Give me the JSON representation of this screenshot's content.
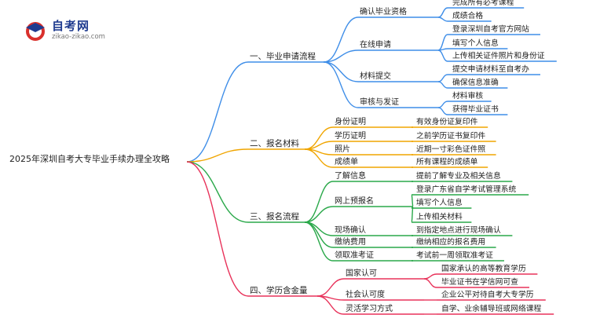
{
  "logo": {
    "brand": "自考网",
    "url": "zikao-zikao.com",
    "colors": {
      "cap_dark": "#1f3b8f",
      "cap_red": "#d9302c"
    }
  },
  "root": "2025年深圳自考大专毕业手续办理全攻略",
  "colors": {
    "blue": "#3f8ee8",
    "orange": "#f0a500",
    "green": "#2aa84a",
    "red": "#e8325a"
  },
  "branches": [
    {
      "label": "一、毕业申请流程",
      "color": "blue",
      "children": [
        {
          "label": "确认毕业资格",
          "children": [
            "完成所有必考课程",
            "成绩合格"
          ]
        },
        {
          "label": "在线申请",
          "children": [
            "登录深圳自考官方网站",
            "填写个人信息",
            "上传相关证件照片和身份证"
          ]
        },
        {
          "label": "材料提交",
          "children": [
            "提交申请材料至自考办",
            "确保信息准确"
          ]
        },
        {
          "label": "审核与发证",
          "children": [
            "材料审核",
            "获得毕业证书"
          ]
        }
      ]
    },
    {
      "label": "二、报名材料",
      "color": "orange",
      "children": [
        {
          "label": "身份证明",
          "children": [
            "有效身份证复印件"
          ]
        },
        {
          "label": "学历证明",
          "children": [
            "之前学历证书复印件"
          ]
        },
        {
          "label": "照片",
          "children": [
            "近期一寸彩色证件照"
          ]
        },
        {
          "label": "成绩单",
          "children": [
            "所有课程的成绩单"
          ]
        }
      ]
    },
    {
      "label": "三、报名流程",
      "color": "green",
      "children": [
        {
          "label": "了解信息",
          "children": [
            "提前了解专业及相关信息"
          ]
        },
        {
          "label": "网上预报名",
          "children": [
            "登录广东省自学考试管理系统",
            "填写个人信息",
            "上传相关材料"
          ]
        },
        {
          "label": "现场确认",
          "children": [
            "到指定地点进行现场确认"
          ]
        },
        {
          "label": "缴纳费用",
          "children": [
            "缴纳相应的报名费用"
          ]
        },
        {
          "label": "领取准考证",
          "children": [
            "考试前一周领取准考证"
          ]
        }
      ]
    },
    {
      "label": "四、学历含金量",
      "color": "red",
      "children": [
        {
          "label": "国家认可",
          "children": [
            "国家承认的高等教育学历",
            "毕业证书在学信网可查"
          ]
        },
        {
          "label": "社会认可度",
          "children": [
            "企业公平对待自考大专学历"
          ]
        },
        {
          "label": "灵活学习方式",
          "children": [
            "自学、业余辅导班或网络课程"
          ]
        }
      ]
    }
  ]
}
